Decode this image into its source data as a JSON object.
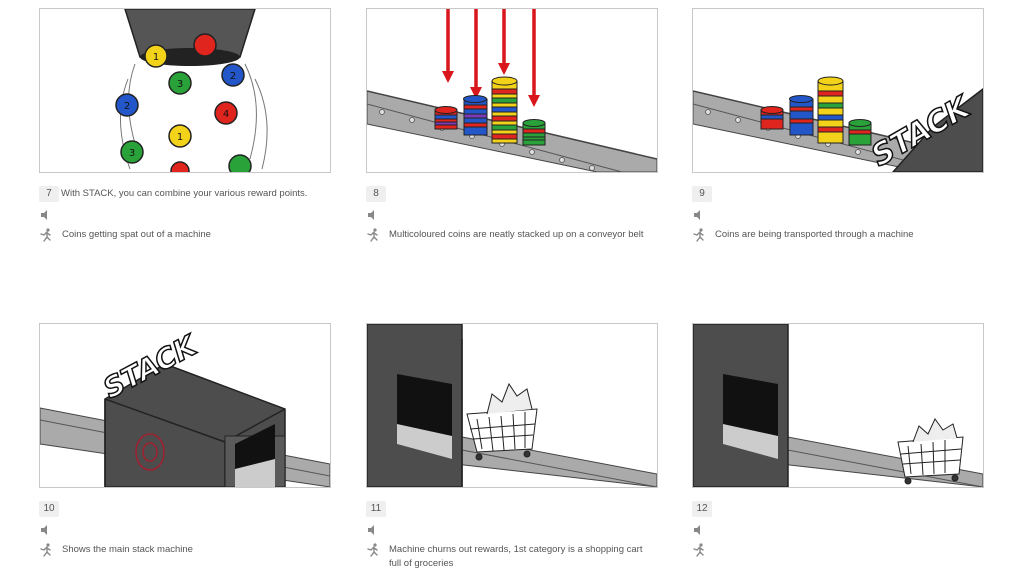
{
  "panels": [
    {
      "number": "7",
      "caption": "With STACK, you can combine your various reward points.",
      "action": "Coins getting spat out of a machine"
    },
    {
      "number": "8",
      "caption": "",
      "action": "Multicoloured coins are neatly stacked up on a conveyor belt"
    },
    {
      "number": "9",
      "caption": "",
      "action": "Coins are being transported through a machine"
    },
    {
      "number": "10",
      "caption": "",
      "action": "Shows the main stack machine"
    },
    {
      "number": "11",
      "caption": "",
      "action": "Machine churns out rewards, 1st category is a shopping cart full of groceries"
    },
    {
      "number": "12",
      "caption": "",
      "action": ""
    }
  ],
  "artwork": {
    "stack_lettering": "STACK",
    "coin_labels": [
      "1",
      "2",
      "3",
      "4",
      "1",
      "2",
      "3"
    ]
  },
  "icons": {
    "audio": "speaker-icon",
    "action": "running-figure-icon"
  },
  "colors": {
    "frame_border": "#c8c8c8",
    "arrow_red": "#d9161c",
    "machine_gray": "#4d4d4d",
    "belt_gray": "#9a9a9a",
    "text": "#555555",
    "number_badge": "#efefef"
  }
}
